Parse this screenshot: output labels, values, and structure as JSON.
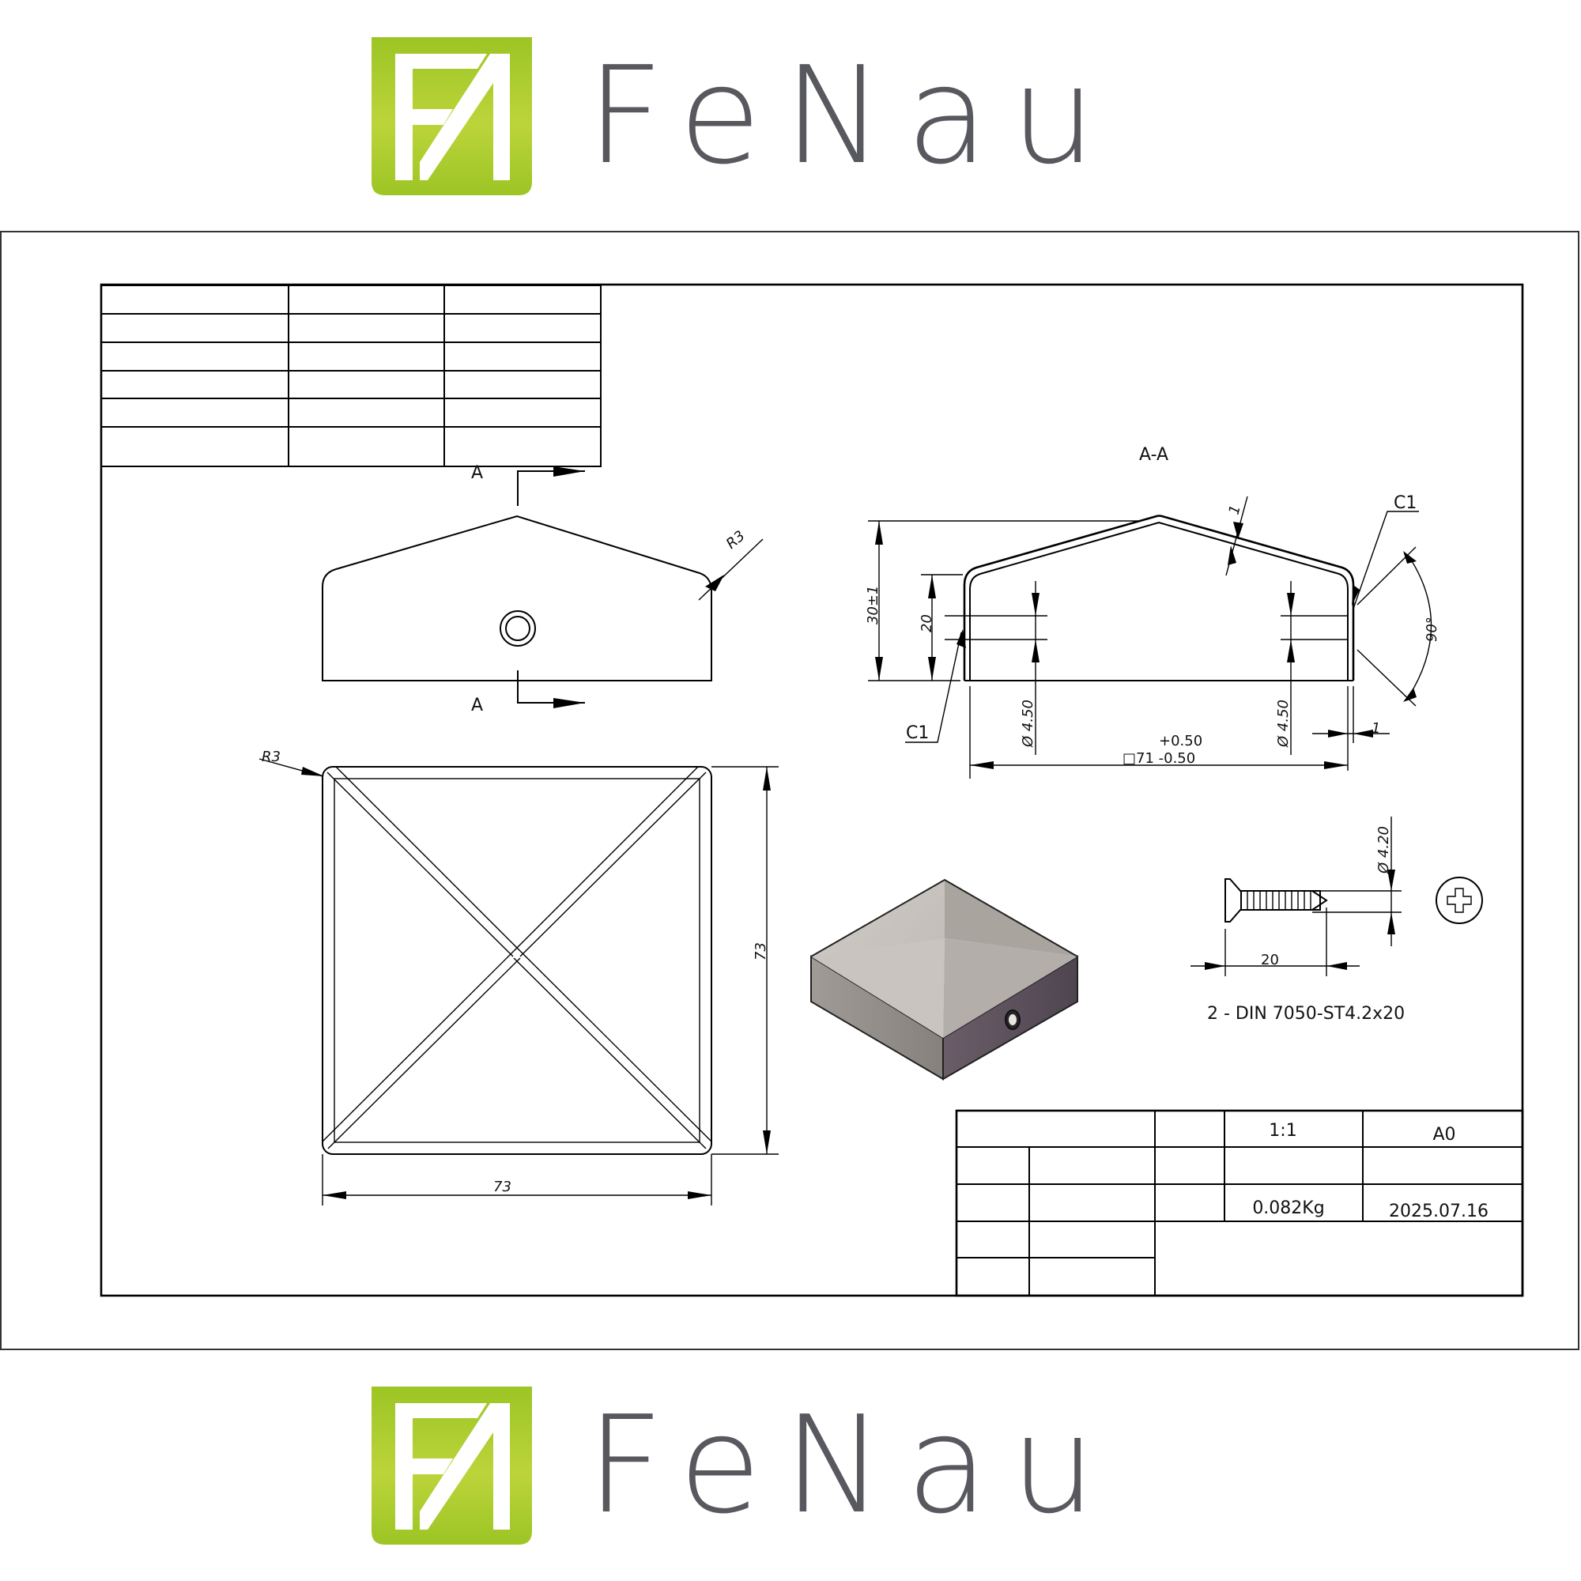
{
  "brand": {
    "name": "FeNau",
    "logo_mark": "FA",
    "green_top": "#9cc524",
    "green_mid": "#bcd43a",
    "text_color": "#58585f"
  },
  "revision_table": {
    "rows": 5,
    "cols": 3,
    "cells": [
      [
        "",
        "",
        ""
      ],
      [
        "",
        "",
        ""
      ],
      [
        "",
        "",
        ""
      ],
      [
        "",
        "",
        ""
      ],
      [
        "",
        "",
        ""
      ]
    ]
  },
  "front_view": {
    "section_mark_top": "A",
    "section_mark_bottom": "A",
    "radius_label": "R3"
  },
  "top_view": {
    "radius_label": "R3",
    "width_label": "73",
    "height_label": "73"
  },
  "section_view": {
    "title": "A-A",
    "height_total": "30±1",
    "height_wall": "20",
    "thickness_top": "1",
    "chamfer_right": "C1",
    "chamfer_left": "C1",
    "angle": "90°",
    "hole_left": "Ø 4.50",
    "hole_right": "Ø 4.50",
    "wall_thickness": "1",
    "inner_size_tol_plus": "+0.50",
    "inner_size": "□71 -0.50"
  },
  "screw": {
    "diameter_label": "Ø 4.20",
    "length_label": "20",
    "spec": "2 - DIN 7050-ST4.2x20"
  },
  "title_block": {
    "scale": "1:1",
    "sheet_size": "A0",
    "weight": "0.082Kg",
    "date": "2025.07.16"
  }
}
